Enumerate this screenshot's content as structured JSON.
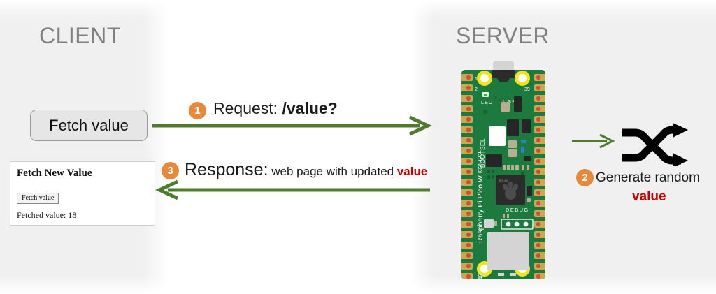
{
  "diagram": {
    "title_client": "CLIENT",
    "title_server": "SERVER"
  },
  "client": {
    "fetch_button_label": "Fetch value",
    "browser_mock": {
      "heading": "Fetch New Value",
      "button_label": "Fetch value",
      "result_text": "Fetched value: 18"
    }
  },
  "steps": {
    "step1": {
      "badge": "1",
      "label_prefix": "Request: ",
      "label_bold": "/value?"
    },
    "step2": {
      "badge": "2",
      "label": "Generate random",
      "label_value": "value",
      "icon": "shuffle-icon"
    },
    "step3": {
      "badge": "3",
      "label_prefix": "Response:",
      "label_small": " web page with updated ",
      "label_value": "value"
    }
  },
  "server": {
    "board_name": "Raspberry Pi Pico W ©2022",
    "board_labels": {
      "led": "LED",
      "usb": "USB",
      "bootsel": "BOOTSEL",
      "debug": "DEBUG",
      "pin_1": "1",
      "pin_2": "2",
      "pin_39": "39",
      "pin_40": "40"
    }
  },
  "colors": {
    "panel_bg": "#f0f0f0",
    "title_grey": "#808080",
    "arrow_green": "#4e7b2e",
    "badge_orange": "#e8883a",
    "accent_red": "#cc0000",
    "pcb_green": "#1d7a3e",
    "pad_gold": "#c8a951",
    "mount_yellow": "#f2e520"
  }
}
